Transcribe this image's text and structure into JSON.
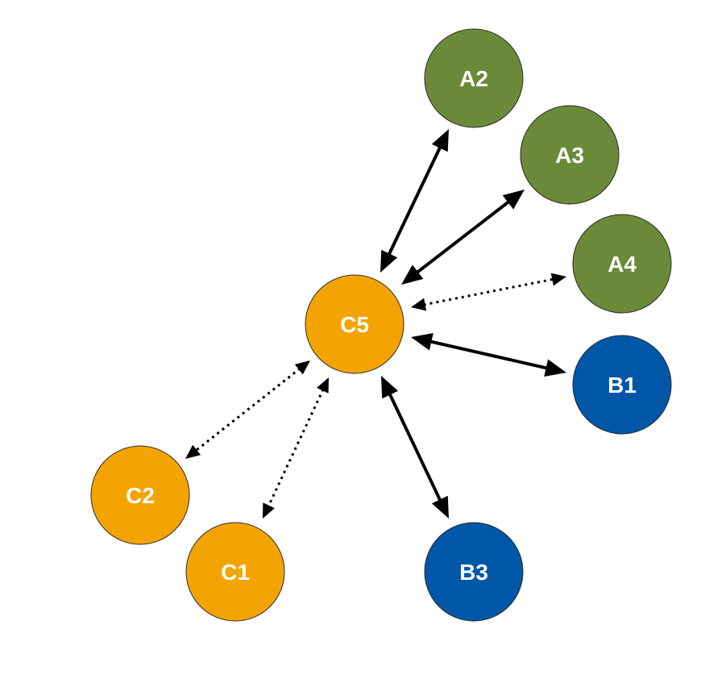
{
  "colors": {
    "group_a": "#6b8a39",
    "group_b": "#0057a8",
    "group_c": "#f4a402",
    "edge": "#000000"
  },
  "nodes": [
    {
      "id": "A2",
      "label": "A2",
      "group": "group_a"
    },
    {
      "id": "A3",
      "label": "A3",
      "group": "group_a"
    },
    {
      "id": "A4",
      "label": "A4",
      "group": "group_a"
    },
    {
      "id": "B1",
      "label": "B1",
      "group": "group_b"
    },
    {
      "id": "B3",
      "label": "B3",
      "group": "group_b"
    },
    {
      "id": "C5",
      "label": "C5",
      "group": "group_c"
    },
    {
      "id": "C2",
      "label": "C2",
      "group": "group_c"
    },
    {
      "id": "C1",
      "label": "C1",
      "group": "group_c"
    }
  ],
  "edges": [
    {
      "from": "C5",
      "to": "A2",
      "style": "solid",
      "direction": "both"
    },
    {
      "from": "C5",
      "to": "A3",
      "style": "solid",
      "direction": "both"
    },
    {
      "from": "C5",
      "to": "A4",
      "style": "dotted",
      "direction": "both"
    },
    {
      "from": "C5",
      "to": "B1",
      "style": "solid",
      "direction": "both"
    },
    {
      "from": "C5",
      "to": "B3",
      "style": "solid",
      "direction": "both"
    },
    {
      "from": "C5",
      "to": "C2",
      "style": "dotted",
      "direction": "both"
    },
    {
      "from": "C5",
      "to": "C1",
      "style": "dotted",
      "direction": "both"
    }
  ]
}
